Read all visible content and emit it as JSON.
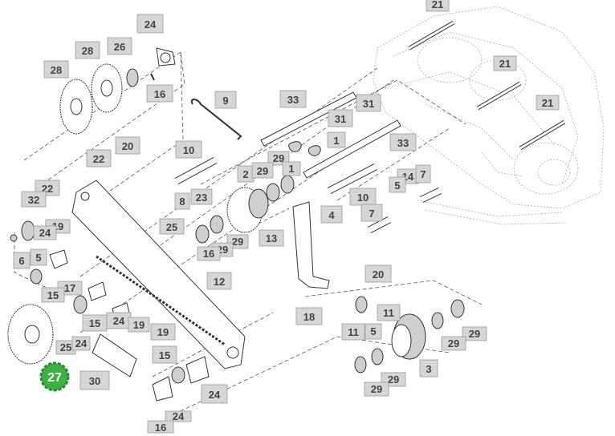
{
  "colors": {
    "callout_fill": "#d6d6d6",
    "highlight_fill": "#3cb043",
    "highlight_text": "#ffffff"
  },
  "highlighted_part": "27",
  "callouts": {
    "c1": "21",
    "c2": "21",
    "c3": "21",
    "c4": "24",
    "c5": "28",
    "c6": "26",
    "c7": "28",
    "c8": "16",
    "c9": "9",
    "c10": "33",
    "c11": "31",
    "c12": "31",
    "c13": "1",
    "c14": "20",
    "c15": "22",
    "c16": "10",
    "c17": "29",
    "c18": "1",
    "c19": "33",
    "c20": "14",
    "c21": "7",
    "c22": "22",
    "c23": "32",
    "c24": "19",
    "c25": "24",
    "c26": "2",
    "c27": "29",
    "c28": "8",
    "c29": "23",
    "c30": "10",
    "c31": "5",
    "c32": "25",
    "c33": "29",
    "c34": "29",
    "c35": "4",
    "c36": "7",
    "c37": "6",
    "c38": "5",
    "c39": "16",
    "c40": "13",
    "c41": "12",
    "c42": "17",
    "c43": "15",
    "c44": "20",
    "c45": "18",
    "c46": "15",
    "c47": "24",
    "c48": "19",
    "c49": "11",
    "c50": "11",
    "c51": "5",
    "c52": "25",
    "c53": "24",
    "c54": "19",
    "c55": "15",
    "c56": "29",
    "c57": "29",
    "c58": "3",
    "c59": "30",
    "c60": "24",
    "c61": "29",
    "c62": "29",
    "c63": "24",
    "c64": "16",
    "c65": "27"
  }
}
